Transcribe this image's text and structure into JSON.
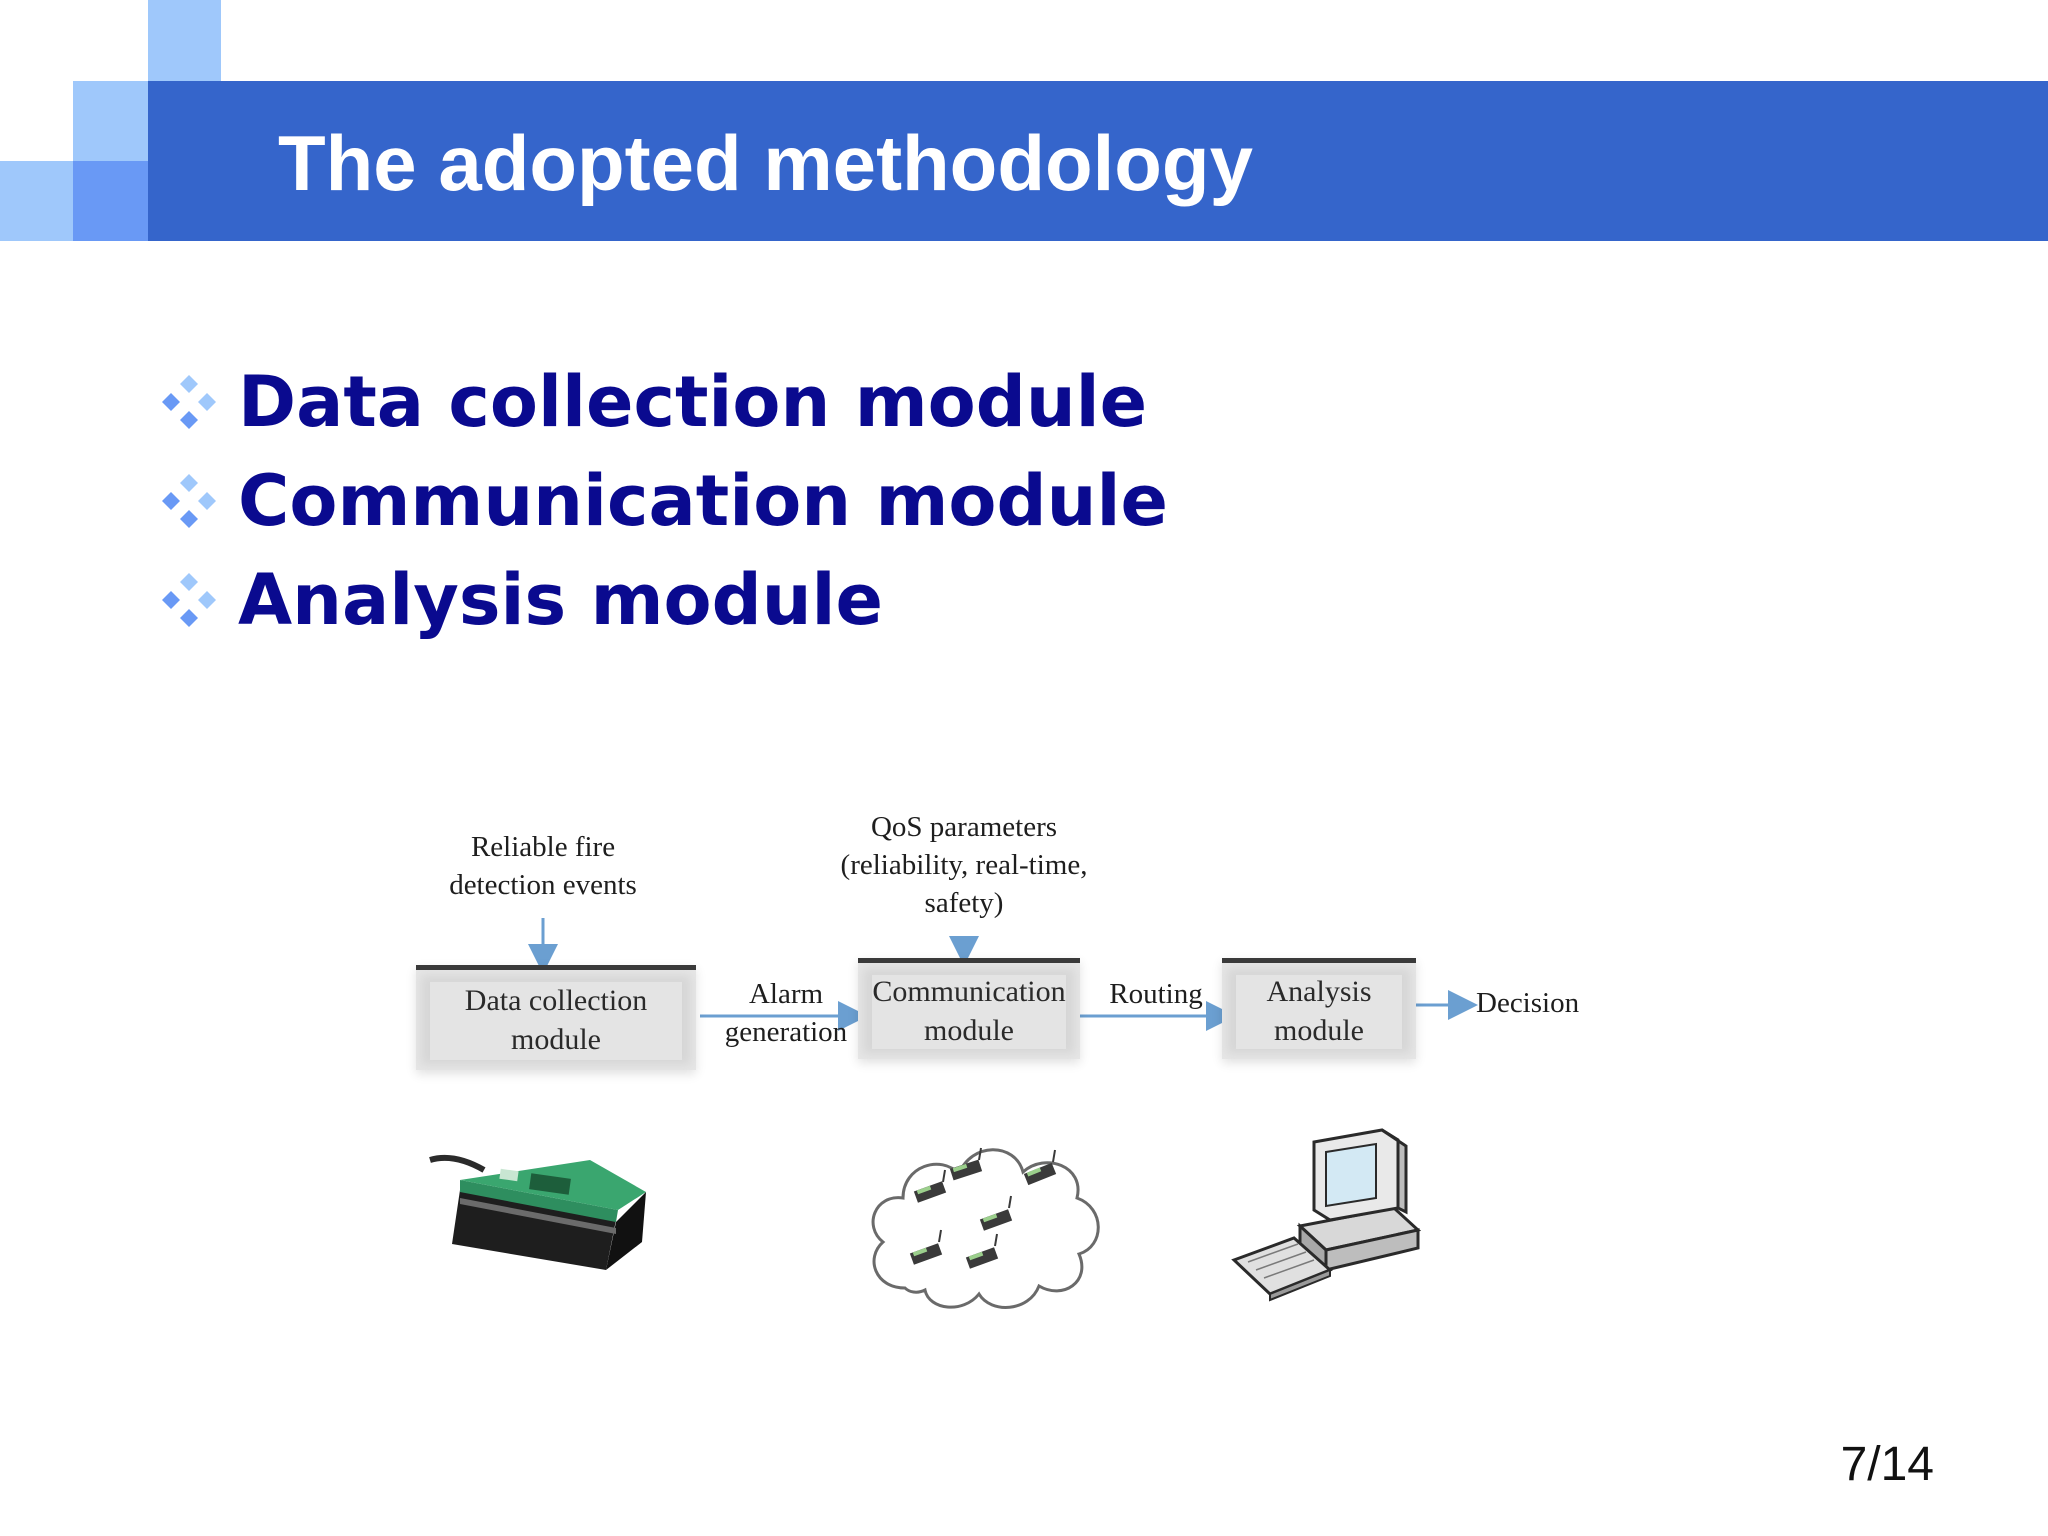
{
  "slide": {
    "title": "The adopted methodology",
    "bullets": [
      {
        "text": "Data collection module",
        "icon": "four-diamond-bullet-icon"
      },
      {
        "text": "Communication module",
        "icon": "four-diamond-bullet-icon"
      },
      {
        "text": "Analysis module",
        "icon": "four-diamond-bullet-icon"
      }
    ],
    "page_number": "7/14"
  },
  "colors": {
    "title_bar": "#3565CB",
    "bullet_text": "#0A0A8F",
    "deco_light": "#9FC8FB",
    "deco_mid": "#6999F5",
    "arrow": "#6B9FD1"
  },
  "diagram": {
    "input_labels": {
      "fire_events": [
        "Reliable fire",
        "detection events"
      ],
      "qos": [
        "QoS parameters",
        "(reliability, real-time,",
        "safety)"
      ]
    },
    "modules": [
      {
        "label": [
          "Data collection",
          "module"
        ]
      },
      {
        "label": [
          "Communication",
          "module"
        ]
      },
      {
        "label": [
          "Analysis",
          "module"
        ]
      }
    ],
    "edges": [
      {
        "label": [
          "Alarm",
          "generation"
        ]
      },
      {
        "label": [
          "Routing"
        ]
      }
    ],
    "output": "Decision",
    "pictures": [
      "sensor-device-icon",
      "sensor-network-cloud-icon",
      "desktop-computer-icon"
    ]
  }
}
